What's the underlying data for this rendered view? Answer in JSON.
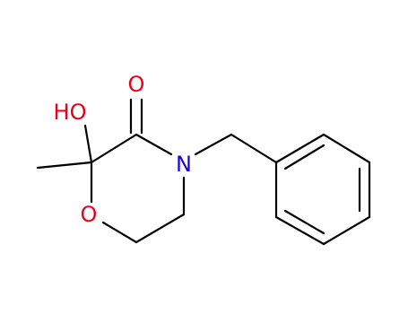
{
  "colors": {
    "background": "#ffffff",
    "bond": "#000000",
    "oxygen": "#e8001c",
    "nitrogen": "#1a00e8"
  },
  "atoms": {
    "carbonyl_oxygen": "O",
    "hydroxyl": "HO",
    "nitrogen": "N",
    "ring_oxygen": "O"
  }
}
